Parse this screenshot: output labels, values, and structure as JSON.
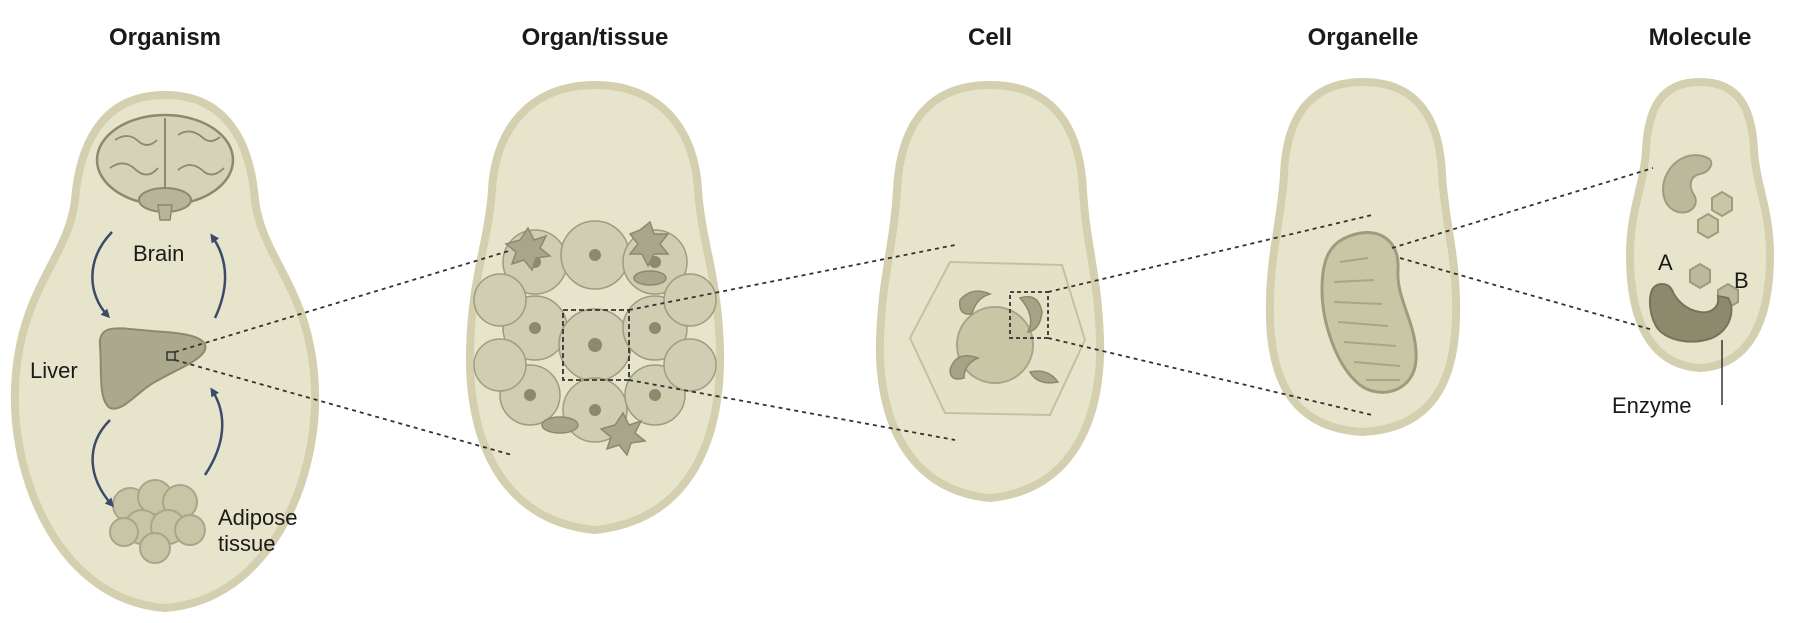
{
  "diagram": {
    "stages": [
      {
        "title": "Organism"
      },
      {
        "title": "Organ/tissue"
      },
      {
        "title": "Cell"
      },
      {
        "title": "Organelle"
      },
      {
        "title": "Molecule"
      }
    ],
    "organism_labels": {
      "brain": "Brain",
      "liver": "Liver",
      "adipose_line1": "Adipose",
      "adipose_line2": "tissue"
    },
    "molecule_labels": {
      "a": "A",
      "b": "B",
      "enzyme": "Enzyme"
    }
  },
  "colors": {
    "doll_fill": "#e7e4cc",
    "doll_rim": "#d2cdaa",
    "doll_inner": "#ebe8d5",
    "structure": "#a5a386",
    "structure_dark": "#8c8a6c",
    "arrow": "#3b4a6b",
    "dashed": "#333333"
  }
}
